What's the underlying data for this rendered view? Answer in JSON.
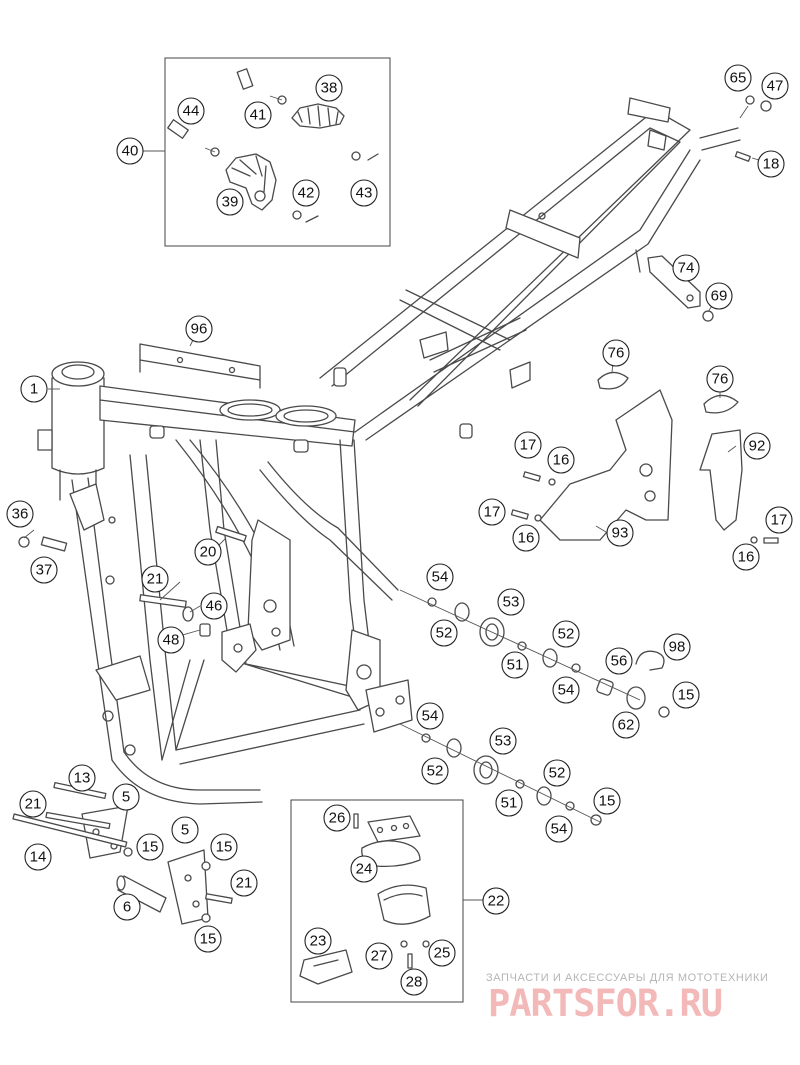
{
  "watermark": {
    "tagline": "ЗАПЧАСТИ И АКСЕССУАРЫ ДЛЯ МОТОТЕХНИКИ",
    "logo": "PARTSFOR.RU"
  },
  "callouts": {
    "c1": "1",
    "c5a": "5",
    "c5b": "5",
    "c6": "6",
    "c13": "13",
    "c14": "14",
    "c15a": "15",
    "c15b": "15",
    "c15c": "15",
    "c15d": "15",
    "c15e": "15",
    "c16a": "16",
    "c16b": "16",
    "c16c": "16",
    "c17a": "17",
    "c17b": "17",
    "c17c": "17",
    "c18": "18",
    "c20": "20",
    "c21a": "21",
    "c21b": "21",
    "c21c": "21",
    "c22": "22",
    "c23": "23",
    "c24": "24",
    "c25": "25",
    "c26": "26",
    "c27": "27",
    "c28": "28",
    "c36": "36",
    "c37": "37",
    "c38": "38",
    "c39": "39",
    "c40": "40",
    "c41": "41",
    "c42": "42",
    "c43": "43",
    "c44": "44",
    "c46": "46",
    "c47": "47",
    "c48": "48",
    "c51a": "51",
    "c51b": "51",
    "c52a": "52",
    "c52b": "52",
    "c52c": "52",
    "c52d": "52",
    "c53a": "53",
    "c53b": "53",
    "c54a": "54",
    "c54b": "54",
    "c54c": "54",
    "c54d": "54",
    "c56": "56",
    "c62": "62",
    "c65": "65",
    "c69": "69",
    "c74": "74",
    "c76a": "76",
    "c76b": "76",
    "c92": "92",
    "c93": "93",
    "c96": "96",
    "c98": "98"
  }
}
